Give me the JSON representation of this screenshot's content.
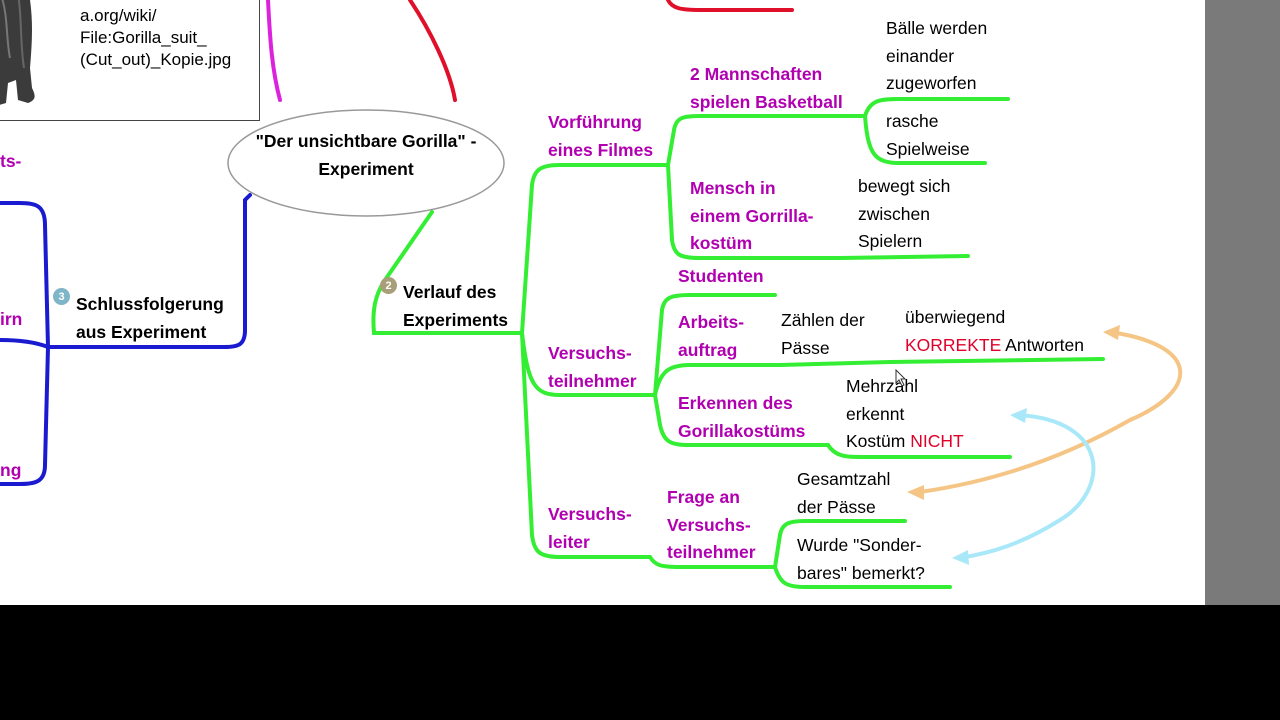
{
  "colors": {
    "green": "#33ee33",
    "blue": "#1a1ad0",
    "magenta": "#dd22dd",
    "red": "#e0102a",
    "orange": "#f5c585",
    "cyan": "#a8e8f8",
    "node_text": "#b000b0"
  },
  "image_caption": "commons.wikimedia.org/wiki/\nFile:Gorilla_suit_\n(Cut_out)_Kopie.jpg",
  "image_caption_visible": "commons.wikimedi\na.org/wiki/\nFile:Gorilla_suit_\n(Cut_out)_Kopie.jpg",
  "center": {
    "title": "\"Der unsichtbare Gorilla\" -\nExperiment"
  },
  "left_branch": {
    "badge": "3",
    "title": "Schlussfolgerung\naus Experiment",
    "fragments": [
      "ts-",
      "irn",
      "ng"
    ]
  },
  "main_branch": {
    "badge": "2",
    "title": "Verlauf des\nExperiments",
    "film": {
      "label": "Vorführung\neines Filmes",
      "teams": {
        "label": "2 Mannschaften\nspielen Basketball",
        "leaf1": "Bälle werden\neinander\nzugeworfen",
        "leaf2": "rasche\nSpielweise"
      },
      "gorilla": {
        "label": "Mensch in\neinem Gorrilla-\nkostüm",
        "leaf": "bewegt sich\nzwischen\nSpielern"
      }
    },
    "participants": {
      "label": "Versuchs-\nteilnehmer",
      "students": "Studenten",
      "task": {
        "label": "Arbeits-\nauftrag",
        "leaf": "Zählen der\nPässe",
        "result_pre": "überwiegend",
        "result_red": "KORREKTE",
        "result_post": " Antworten"
      },
      "recognize": {
        "label": "Erkennen des\nGorillakostüms",
        "leaf_pre": "Mehrzahl\nerkennt\nKostüm ",
        "leaf_red": "NICHT"
      }
    },
    "leader": {
      "label": "Versuchs-\nleiter",
      "question": {
        "label": "Frage an\nVersuchs-\nteilnehmer",
        "q1": "Gesamtzahl\nder Pässe",
        "q2": "Wurde \"Sonder-\nbares\" bemerkt?"
      }
    }
  }
}
